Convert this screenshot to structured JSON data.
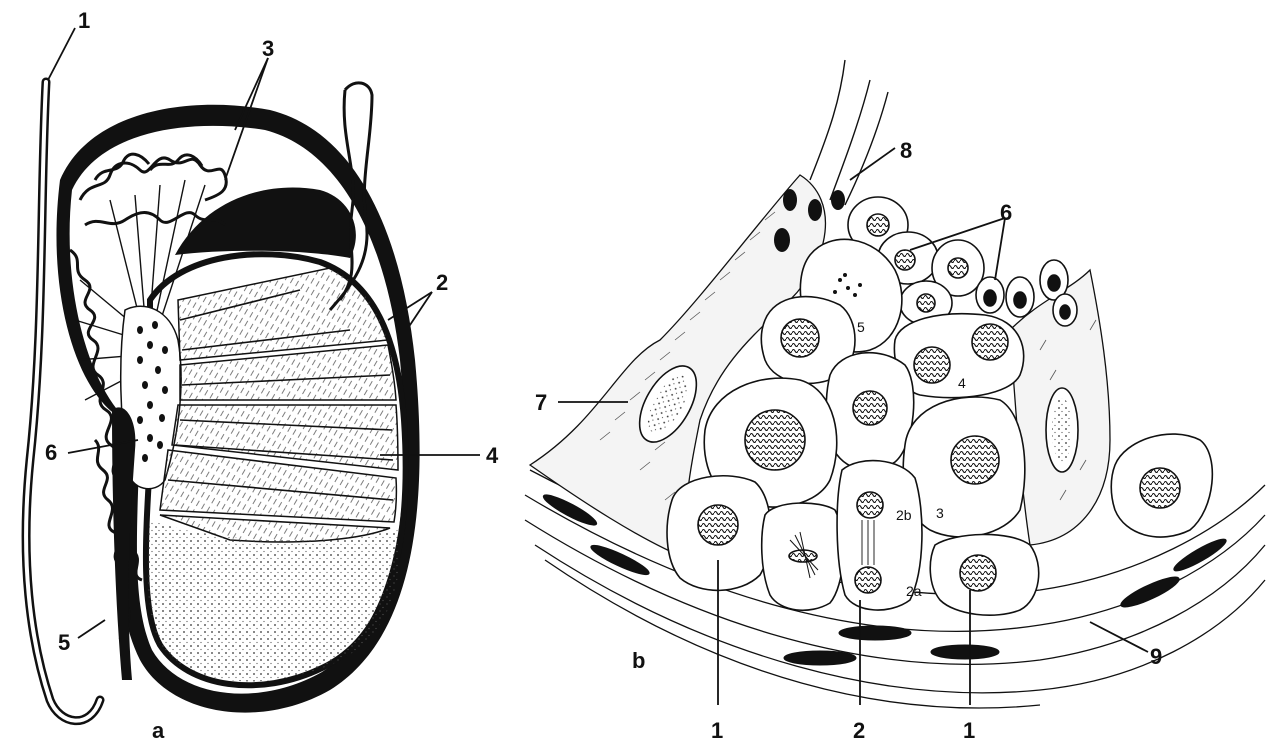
{
  "panels": {
    "a": {
      "letter": "a"
    },
    "b": {
      "letter": "b"
    }
  },
  "panel_a_labels": [
    "1",
    "3",
    "2",
    "4",
    "6",
    "5"
  ],
  "panel_b_labels": [
    "8",
    "6",
    "7",
    "9",
    "1",
    "2",
    "1"
  ],
  "panel_b_cell_marks": [
    "5",
    "4",
    "3",
    "2b",
    "2a"
  ]
}
